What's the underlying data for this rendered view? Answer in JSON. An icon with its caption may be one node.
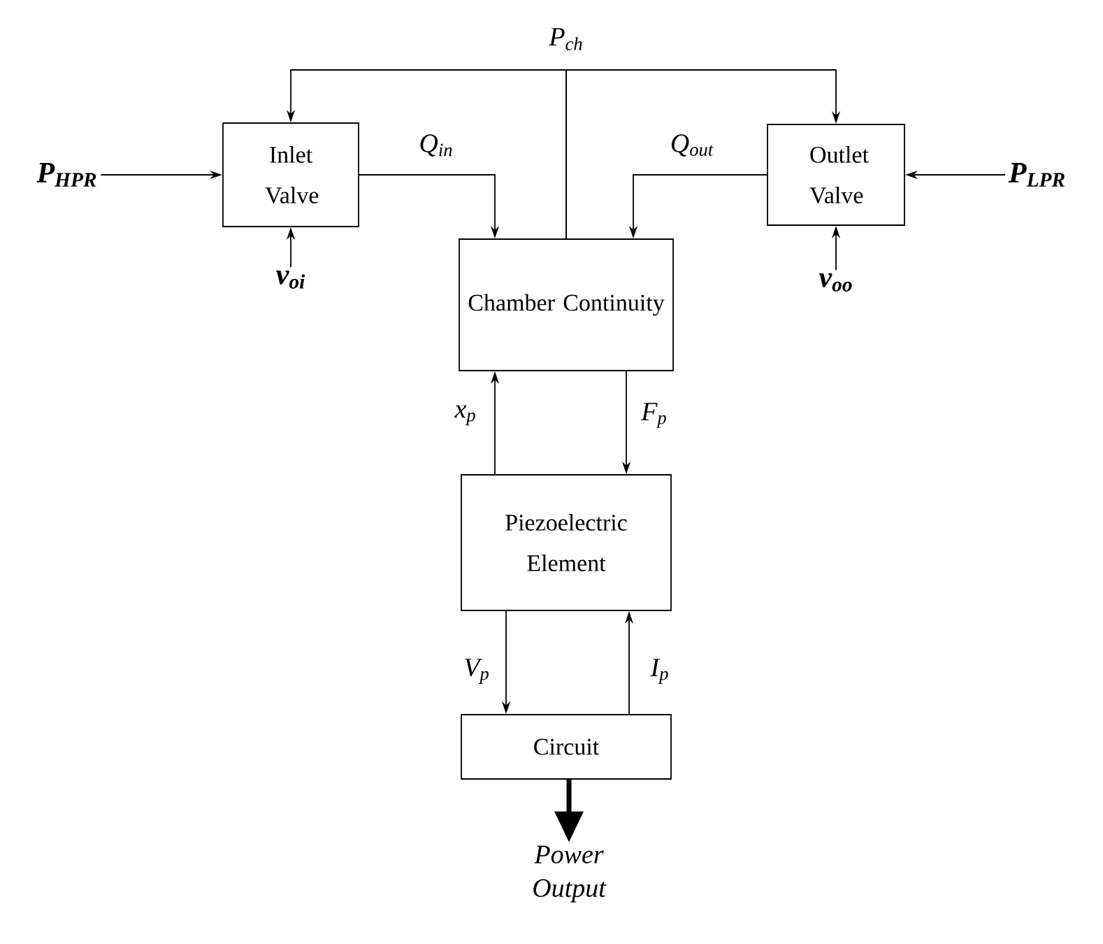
{
  "diagram": {
    "nodes": [
      {
        "text": [
          "Inlet Valve"
        ]
      },
      {
        "text": [
          "Outlet Valve"
        ]
      },
      {
        "text": [
          "Chamber Continuity"
        ]
      },
      {
        "text": [
          "Piezoelectric Element"
        ]
      },
      {
        "text": [
          "Circuit"
        ]
      },
      {
        "text": [
          "Power Output"
        ]
      },
      {
        "text": [
          "P$_{HPR}$"
        ]
      },
      {
        "text": [
          "P$_{LPR}$"
        ]
      },
      {
        "text": [
          "v$_{oi}$"
        ]
      },
      {
        "text": [
          "v$_{oo}$"
        ]
      }
    ],
    "edges": [
      {
        "from": 6,
        "to": 0,
        "arrow": "to"
      },
      {
        "from": 7,
        "to": 1,
        "arrow": "to"
      },
      {
        "from": 8,
        "to": 0,
        "arrow": "to"
      },
      {
        "from": 9,
        "to": 1,
        "arrow": "to"
      },
      {
        "from": 2,
        "to": 0,
        "arrow": "to",
        "label": "P$_{ch}$"
      },
      {
        "from": 2,
        "to": 1,
        "arrow": "to"
      },
      {
        "from": 0,
        "to": 2,
        "arrow": "to",
        "label": "Q$_{in}$"
      },
      {
        "from": 1,
        "to": 2,
        "arrow": "to",
        "label": "Q$_{out}$"
      },
      {
        "from": 3,
        "to": 2,
        "arrow": "to",
        "label": "x$_{p}$"
      },
      {
        "from": 2,
        "to": 3,
        "arrow": "to",
        "label": "F$_{p}$"
      },
      {
        "from": 3,
        "to": 4,
        "arrow": "to",
        "label": "V$_{p}$"
      },
      {
        "from": 4,
        "to": 3,
        "arrow": "to",
        "label": "I$_{p}$"
      },
      {
        "from": 4,
        "to": 5,
        "arrow": "to",
        "style": "thick"
      }
    ]
  }
}
